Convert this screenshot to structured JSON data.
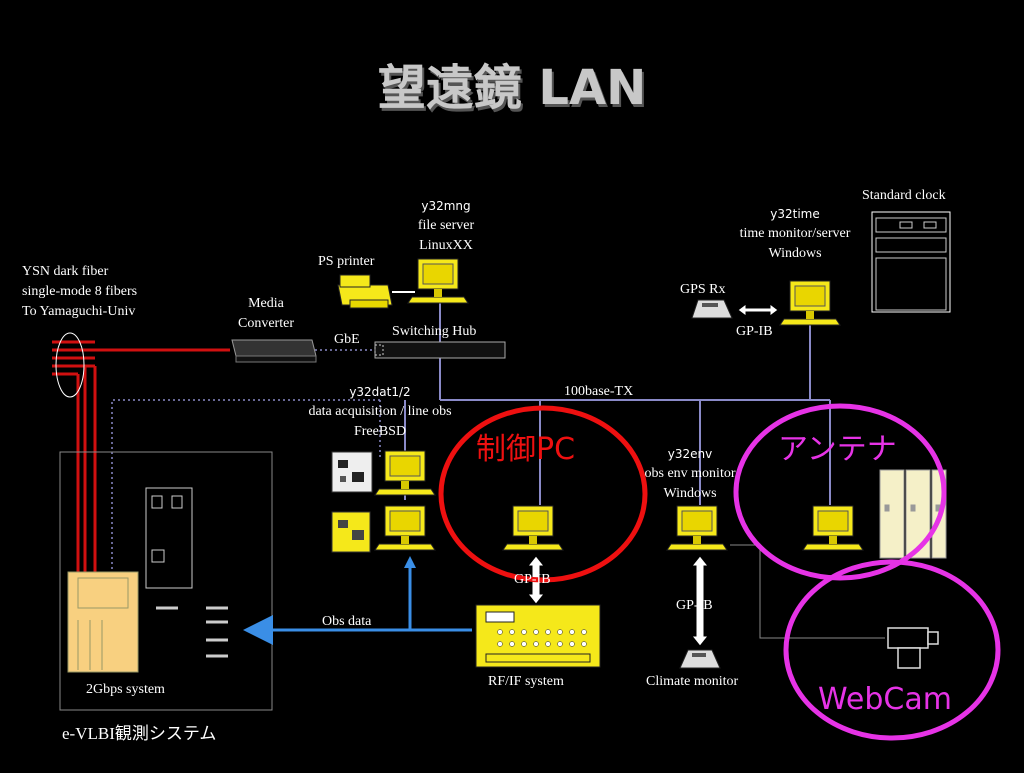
{
  "title": "望遠鏡 LAN",
  "labels": {
    "fiber": [
      "YSN dark fiber",
      "single-mode 8 fibers",
      "To Yamaguchi-Univ"
    ],
    "media_converter": [
      "Media",
      "Converter"
    ],
    "gbe": "GbE",
    "ps_printer": "PS printer",
    "y32mng": [
      "y32mng",
      "file server",
      "LinuxXX"
    ],
    "switching_hub": "Switching Hub",
    "y32time": [
      "y32time",
      "time monitor/server",
      "Windows"
    ],
    "standard_clock": "Standard clock",
    "gps_rx": "GPS Rx",
    "gpib_time": "GP-IB",
    "base_tx": "100base-TX",
    "y32dat1": [
      "y32dat1/2",
      "data acquisition / line obs",
      "FreeBSD"
    ],
    "y32env": [
      "y32env",
      "obs env monitor",
      "Windows"
    ],
    "gpib_rf": "GP-IB",
    "gpib_climate": "GP-IB",
    "obs_data": "Obs data",
    "rfif": "RF/IF system",
    "climate": "Climate monitor",
    "gbps": "2Gbps system",
    "evlbi": "e-VLBI観測システム"
  },
  "callouts": {
    "control_pc": "制御PC",
    "antenna": "アンテナ",
    "webcam": "WebCam"
  },
  "colors": {
    "fiber_red": "#d01010",
    "network_line": "#8a8ac8",
    "obs_arrow": "#3a8ee6",
    "pc_yellow": "#f5e81a",
    "circle_red": "#ee1010",
    "circle_magenta": "#e633e6",
    "title_gray": "#c8c8c8"
  }
}
